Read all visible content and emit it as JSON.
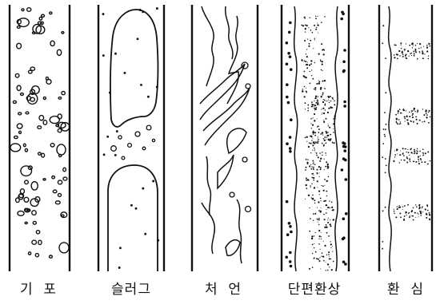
{
  "diagram": {
    "panels": [
      {
        "label": "기  포"
      },
      {
        "label": "슬러그"
      },
      {
        "label": "처  언"
      },
      {
        "label": "단편환상"
      },
      {
        "label": "환  심"
      }
    ]
  }
}
